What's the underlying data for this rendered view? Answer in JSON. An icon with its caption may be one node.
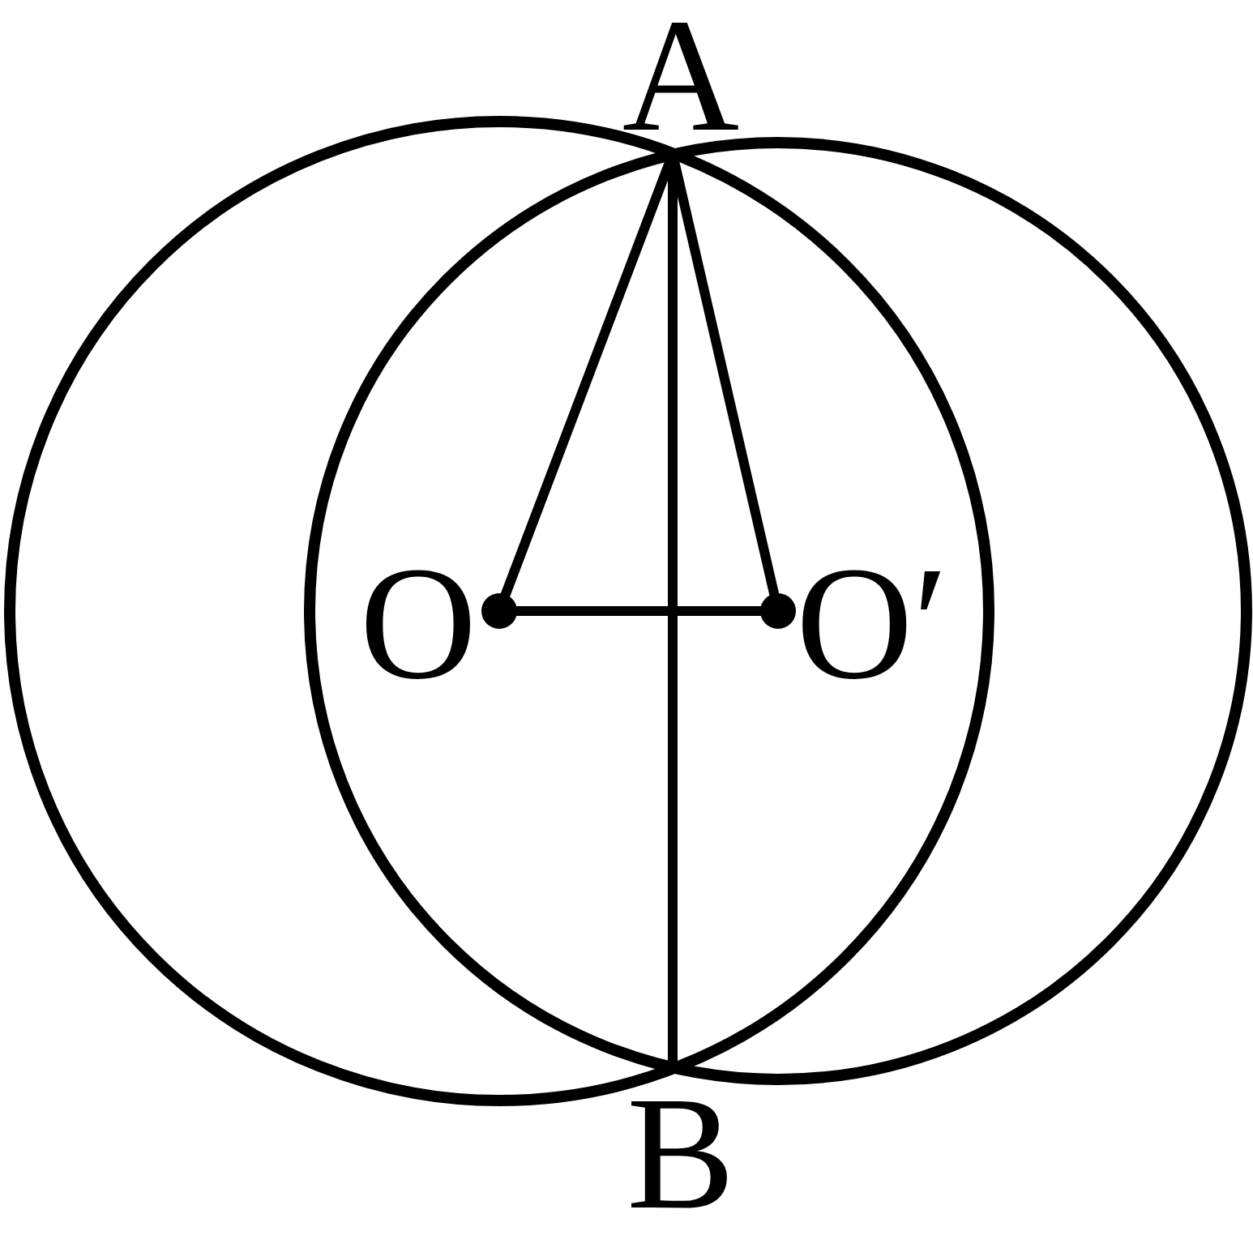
{
  "diagram": {
    "nodes": [
      {
        "text": [
          "A"
        ]
      },
      {
        "text": [
          "O"
        ]
      },
      {
        "text": [
          "O′"
        ]
      },
      {
        "text": [
          "B"
        ]
      }
    ],
    "edges": [
      {
        "from": 1,
        "to": 0,
        "arrow": "none"
      },
      {
        "from": 2,
        "to": 0,
        "arrow": "none"
      },
      {
        "from": 1,
        "to": 2,
        "arrow": "none"
      },
      {
        "from": 0,
        "to": 3,
        "arrow": "none"
      }
    ]
  }
}
